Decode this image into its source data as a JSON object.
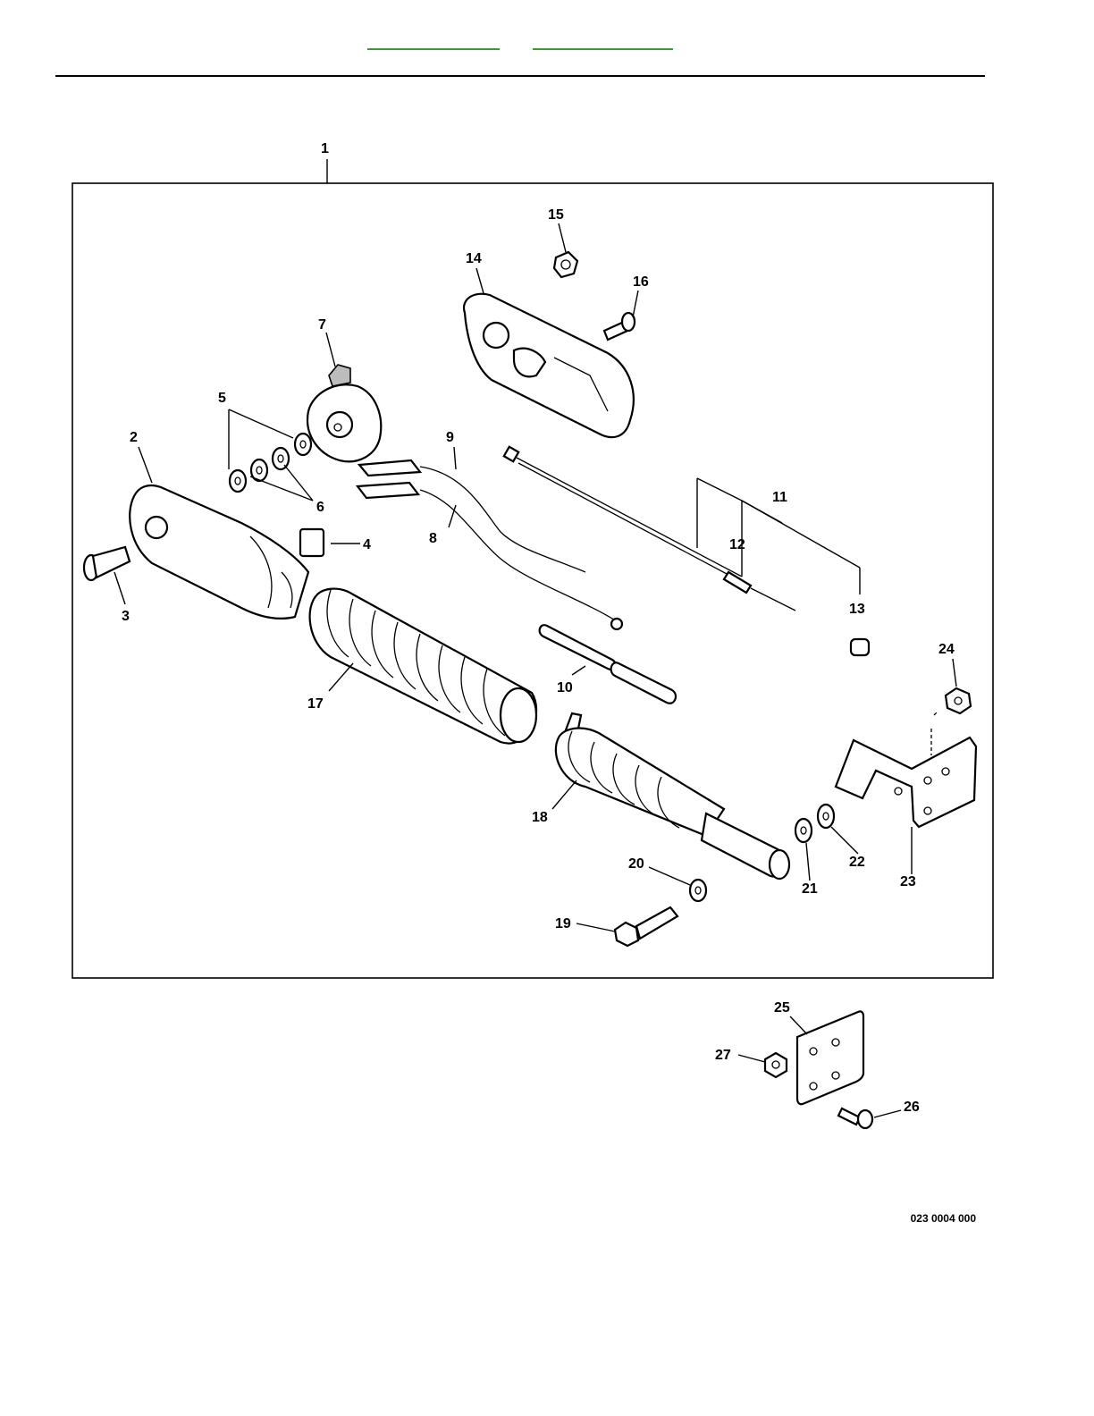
{
  "header": {
    "links": [
      {
        "label": ""
      },
      {
        "label": ""
      }
    ]
  },
  "callouts": [
    "1",
    "2",
    "3",
    "4",
    "5",
    "6",
    "7",
    "8",
    "9",
    "10",
    "11",
    "12",
    "13",
    "14",
    "15",
    "16",
    "17",
    "18",
    "19",
    "20",
    "21",
    "22",
    "23",
    "24",
    "25",
    "26",
    "27"
  ],
  "figure_code": "023 0004 000"
}
